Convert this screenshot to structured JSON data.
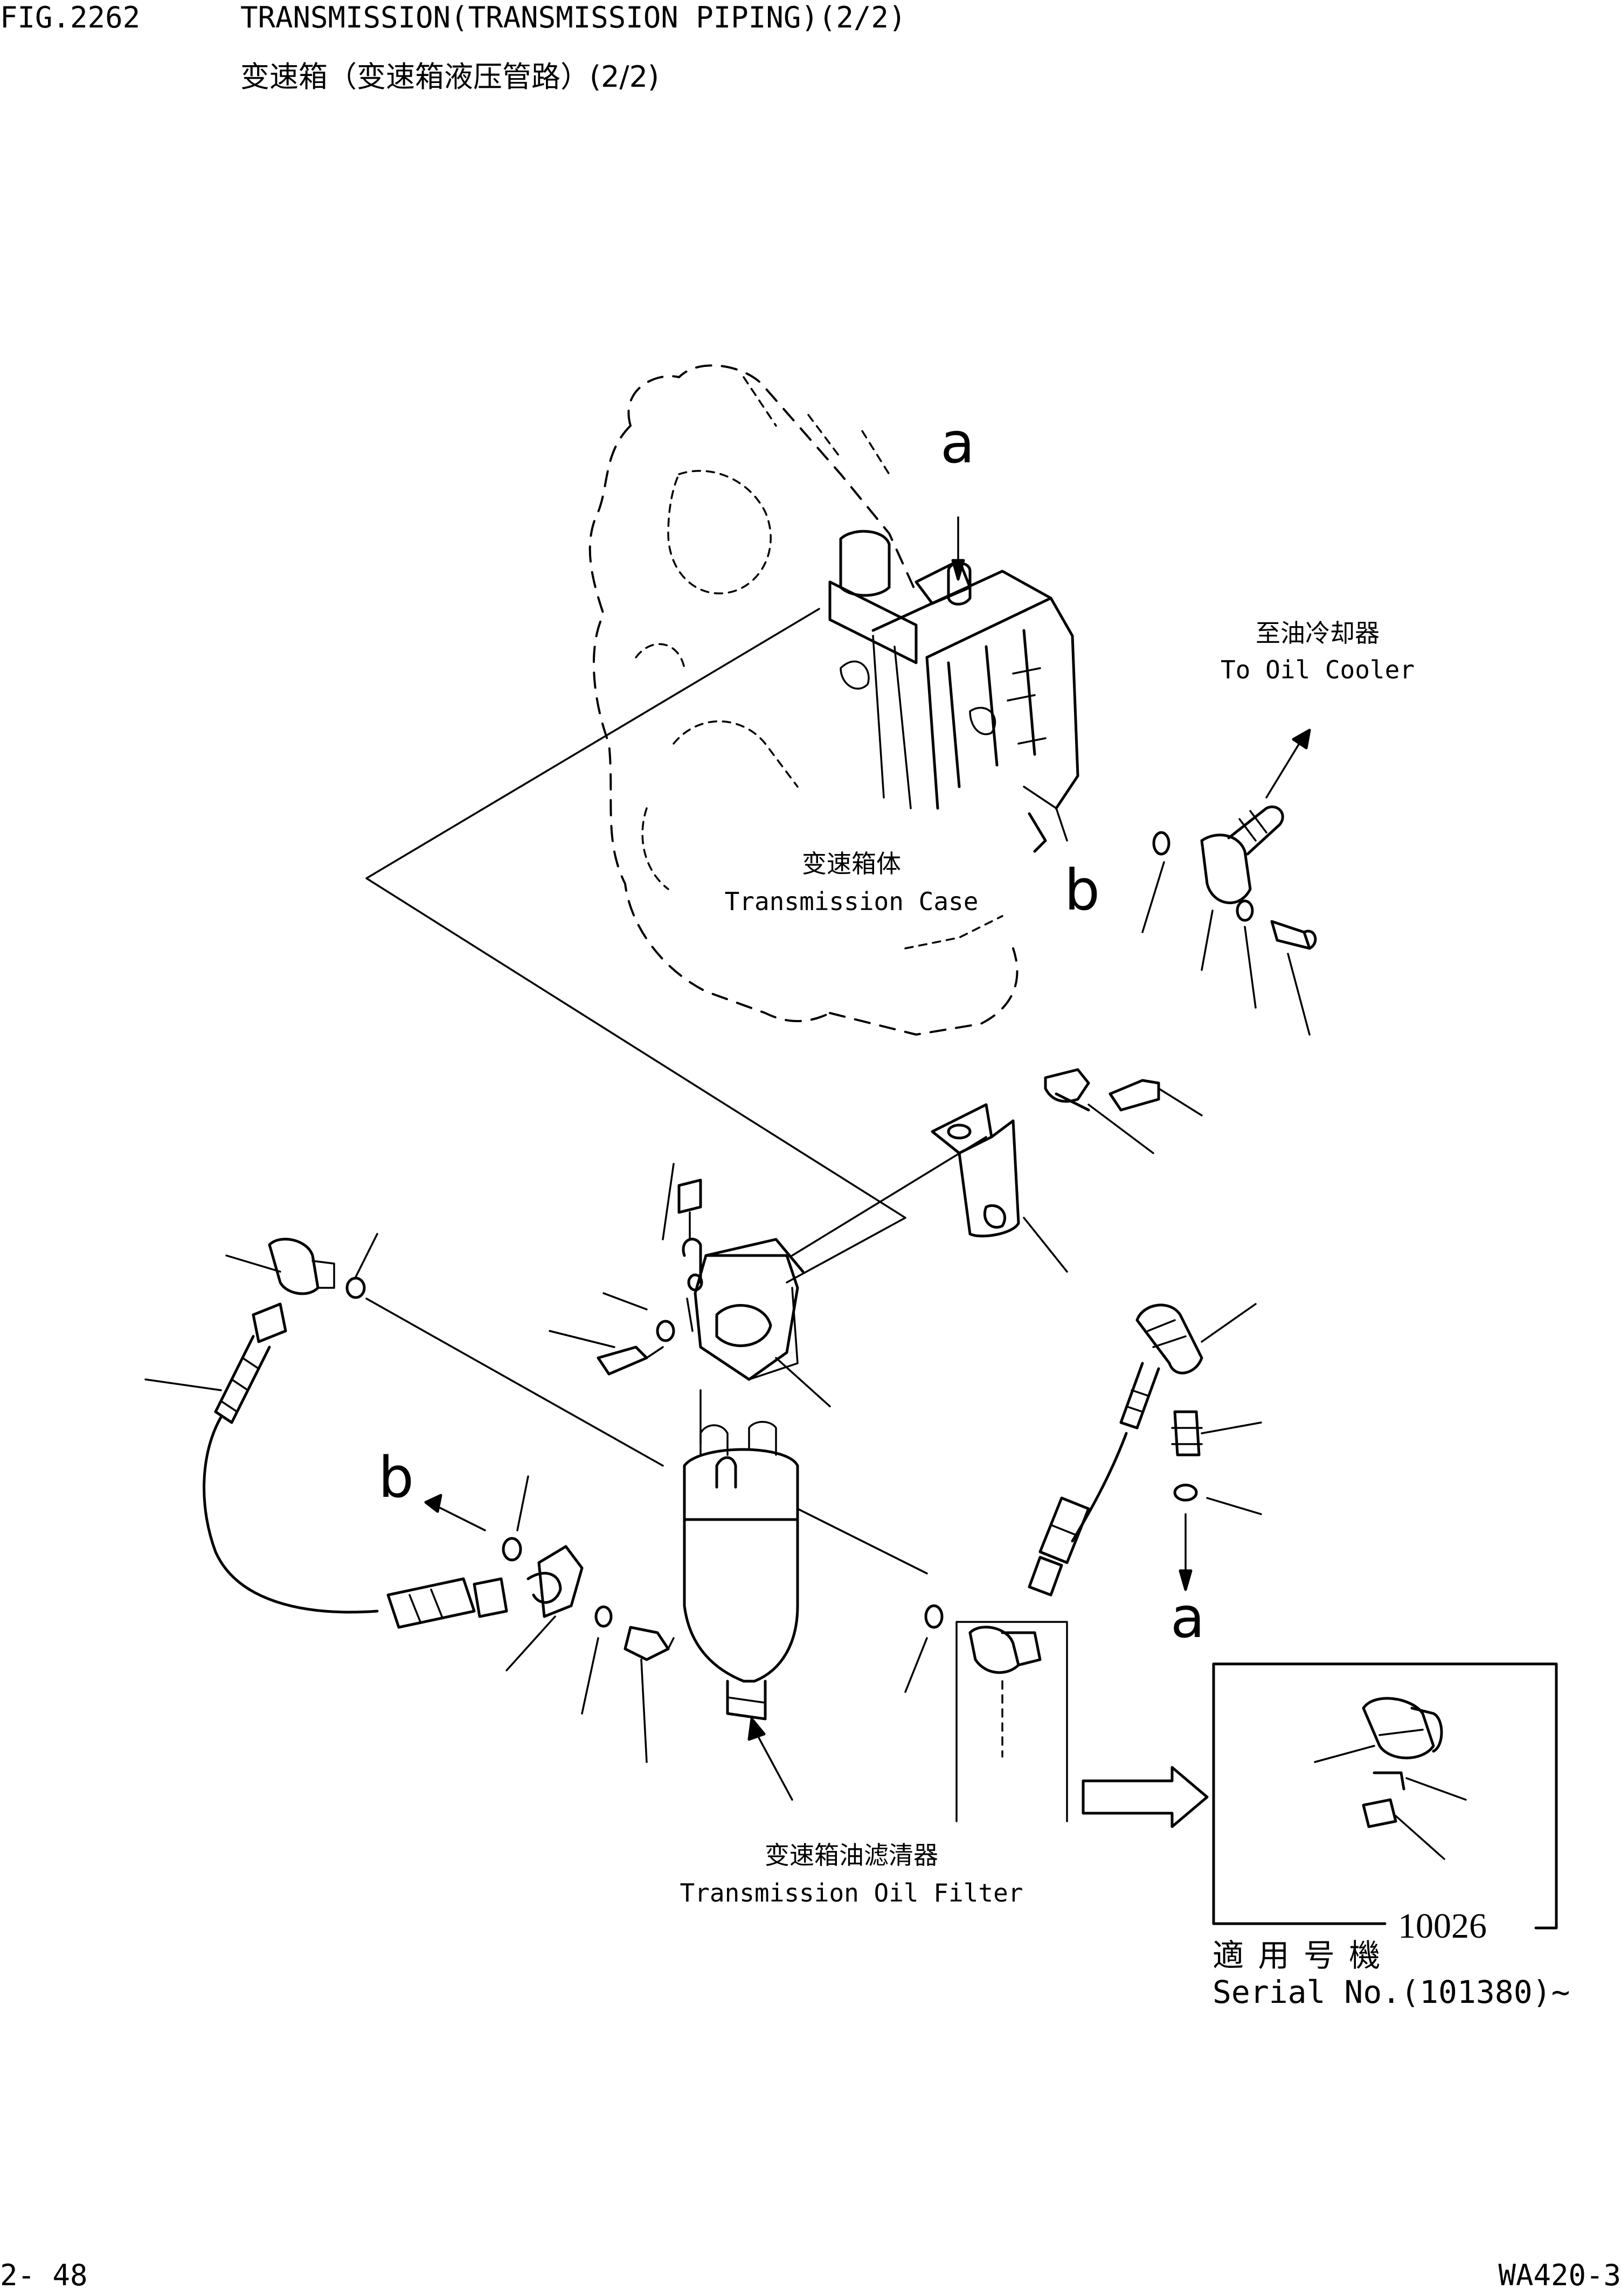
{
  "header": {
    "figure_number": "FIG.2262",
    "title_en": "TRANSMISSION(TRANSMISSION PIPING)(2/2)",
    "title_cn": "变速箱（变速箱液压管路）(2/2)"
  },
  "labels": {
    "to_oil_cooler_cn": "至油冷却器",
    "to_oil_cooler_en": "To Oil Cooler",
    "transmission_case_cn": "变速箱体",
    "transmission_case_en": "Transmission Case",
    "oil_filter_cn": "变速箱油滤清器",
    "oil_filter_en": "Transmission Oil Filter"
  },
  "connection_marks": {
    "a_top": "a",
    "b_right": "b",
    "b_left": "b",
    "a_bottom": "a"
  },
  "inset": {
    "number": "10026",
    "applicable_cn": "適 用 号 機",
    "serial": "Serial No.(101380)~"
  },
  "footer": {
    "page": "2- 48",
    "model": "WA420-3"
  }
}
